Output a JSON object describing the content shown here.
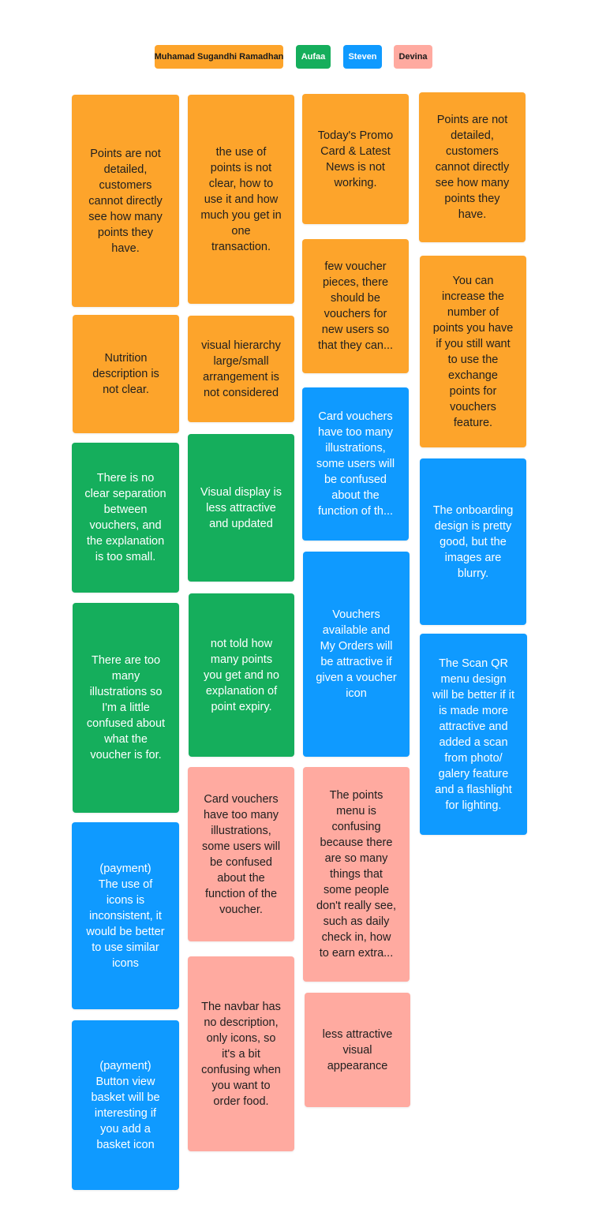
{
  "legend": [
    {
      "label": "Muhamad Sugandhi Ramadhan",
      "color": "#fda42b"
    },
    {
      "label": "Aufaa",
      "color": "#15ae5c"
    },
    {
      "label": "Steven",
      "color": "#0f9aff"
    },
    {
      "label": "Devina",
      "color": "#ffaaa0"
    }
  ],
  "notes": {
    "c1": [
      "Points are not detailed, customers cannot directly see how many points they have.",
      "Nutrition description is not clear.",
      "There is no clear separation between vouchers, and the explanation is too small.",
      "There are too many illustrations so I'm a little confused about what the voucher is for.",
      "(payment)\nThe use of icons is inconsistent, it would be better to use similar icons",
      "(payment)\nButton view basket will be interesting if you add a basket icon"
    ],
    "c2": [
      "the use of points is not clear, how to use it and how much you get in one transaction.",
      "visual hierarchy large/small arrangement is not considered",
      "Visual display is less attractive and updated",
      "not told how many points you get and no explanation of point expiry.",
      "Card vouchers have too many illustrations, some users will be confused about the function of the voucher.",
      "The navbar has no description, only icons, so it's a bit confusing when you want to order food."
    ],
    "c3": [
      "Today's Promo Card & Latest News is not working.",
      "few voucher pieces, there should be vouchers for new users so that they can...",
      "Card vouchers have too many illustrations, some users will be confused about the function of th...",
      "Vouchers available and My Orders will be attractive if given a voucher icon",
      "The points menu is confusing because there are so many things that some people don't really see, such as daily check in, how to earn extra...",
      "less attractive visual appearance"
    ],
    "c4": [
      "Points are not detailed, customers cannot directly see how many points they have.",
      "You can increase the number of points you have if you still want to use the exchange points for vouchers feature.",
      "The onboarding design is pretty good, but the images are blurry.",
      "The Scan QR menu design will be better if it is made more attractive and added a scan from photo/ galery feature and a flashlight for lighting."
    ]
  }
}
